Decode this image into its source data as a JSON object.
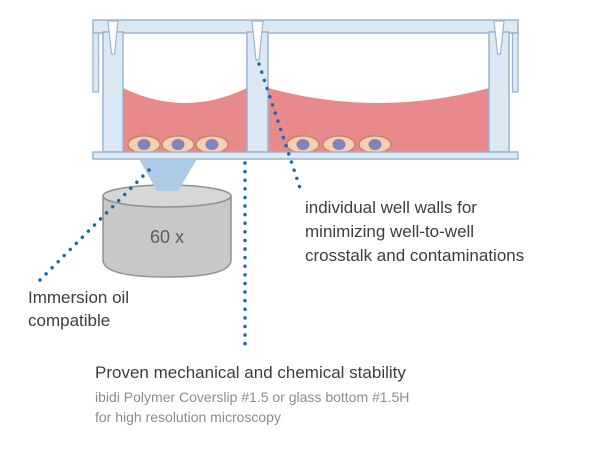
{
  "diagram": {
    "objective_label": "60 x"
  },
  "annotations": {
    "immersion_oil": {
      "lines": [
        "Immersion oil",
        "compatible"
      ]
    },
    "well_walls": {
      "lines": [
        "individual well walls for",
        "minimizing well-to-well",
        "crosstalk and contaminations"
      ]
    },
    "stability": {
      "title": "Proven mechanical and chemical stability",
      "subtitle_lines": [
        "ibidi Polymer Coverslip #1.5 or glass bottom #1.5H",
        "for high resolution microscopy"
      ]
    }
  },
  "colors": {
    "leader_dots": "#1767ad",
    "plate_fill": "#dce8f4",
    "plate_stroke": "#9ab6d0",
    "medium": "#e8898b",
    "immersion_oil": "#aecbe6",
    "objective_fill": "#c8c8c8",
    "objective_top_fill": "#d7d7d7",
    "objective_stroke": "#8f8f8f",
    "cell_body": "#f6ceb4",
    "cell_outline": "#bb8668",
    "cell_nucleus": "#8084bb",
    "annotation_text": "#3d3d3d",
    "subtitle_text": "#8c8c8c",
    "objective_label_text": "#5c5c5c"
  }
}
